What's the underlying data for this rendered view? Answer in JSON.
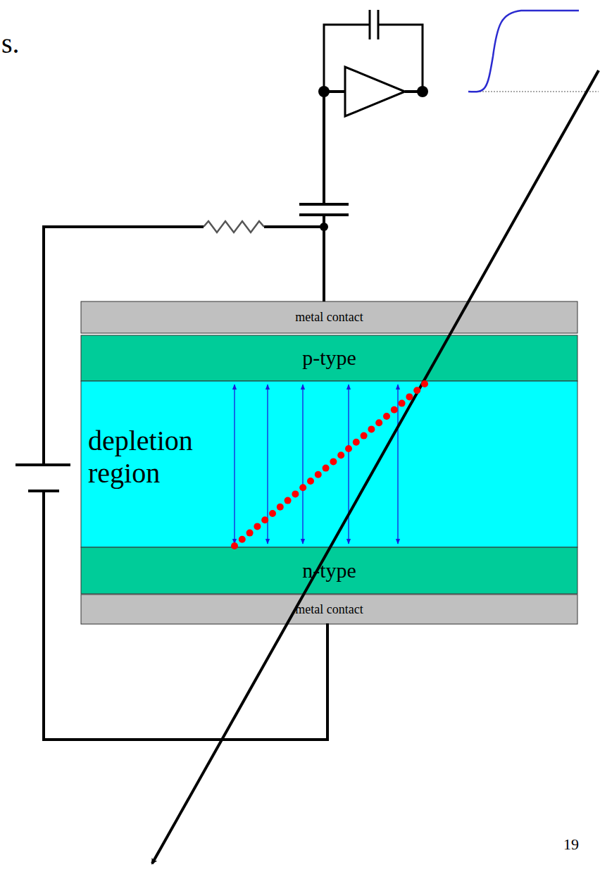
{
  "diagram": {
    "nodes": [
      {
        "text": [
          "metal contact"
        ]
      },
      {
        "text": [
          "p-type"
        ]
      },
      {
        "text": [
          "depletion region"
        ]
      },
      {
        "text": [
          "n-type"
        ]
      },
      {
        "text": [
          "metal contact"
        ]
      }
    ],
    "labels": [
      "s.",
      "19"
    ]
  }
}
